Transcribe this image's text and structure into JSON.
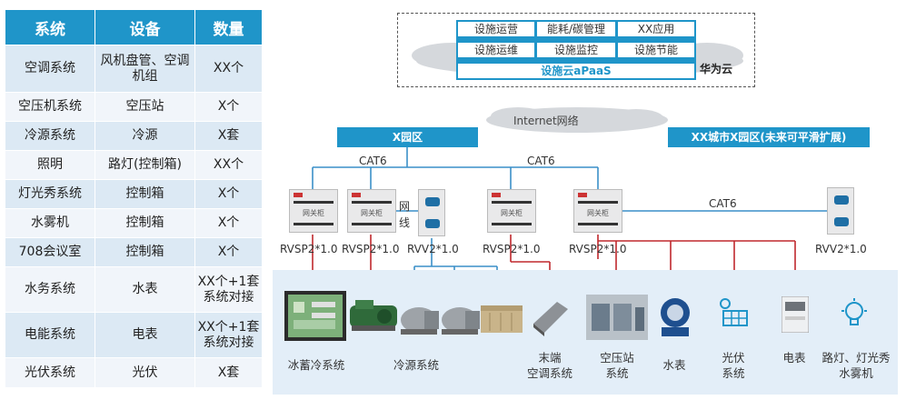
{
  "table": {
    "headers": [
      "系统",
      "设备",
      "数量"
    ],
    "rows": [
      {
        "system": "空调系统",
        "device": "风机盘管、空调机组",
        "qty": "XX个"
      },
      {
        "system": "空压机系统",
        "device": "空压站",
        "qty": "X个"
      },
      {
        "system": "冷源系统",
        "device": "冷源",
        "qty": "X套"
      },
      {
        "system": "照明",
        "device": "路灯(控制箱)",
        "qty": "XX个"
      },
      {
        "system": "灯光秀系统",
        "device": "控制箱",
        "qty": "X个"
      },
      {
        "system": "水雾机",
        "device": "控制箱",
        "qty": "X个"
      },
      {
        "system": "708会议室",
        "device": "控制箱",
        "qty": "X个"
      },
      {
        "system": "水务系统",
        "device": "水表",
        "qty": "XX个+1套系统对接"
      },
      {
        "system": "电能系统",
        "device": "电表",
        "qty": "XX个+1套系统对接"
      },
      {
        "system": "光伏系统",
        "device": "光伏",
        "qty": "X套"
      }
    ]
  },
  "cloud": {
    "cells": [
      "设施运营",
      "能耗/碳管理",
      "XX应用",
      "设施运维",
      "设施监控",
      "设施节能"
    ],
    "paas": "设施云aPaaS",
    "vendor": "华为云"
  },
  "network": {
    "internet": "Internet网络",
    "zone_x": "X园区",
    "zone_city": "XX城市X园区(未来可平滑扩展)",
    "cat6": "CAT6",
    "wire": "网线",
    "cabinet_label": "网关柜"
  },
  "devices": {
    "rvsp": "RVSP2*1.0",
    "rvv": "RVV2*1.0"
  },
  "subsystems": [
    "冰蓄冷系统",
    "冷源系统",
    "末端\n空调系统",
    "空压站\n系统",
    "水表",
    "光伏\n系统",
    "电表",
    "路灯、灯光秀\n水雾机"
  ],
  "colors": {
    "blue": "#1f95c9",
    "red": "#c0282d",
    "link": "#3a8fc8"
  }
}
